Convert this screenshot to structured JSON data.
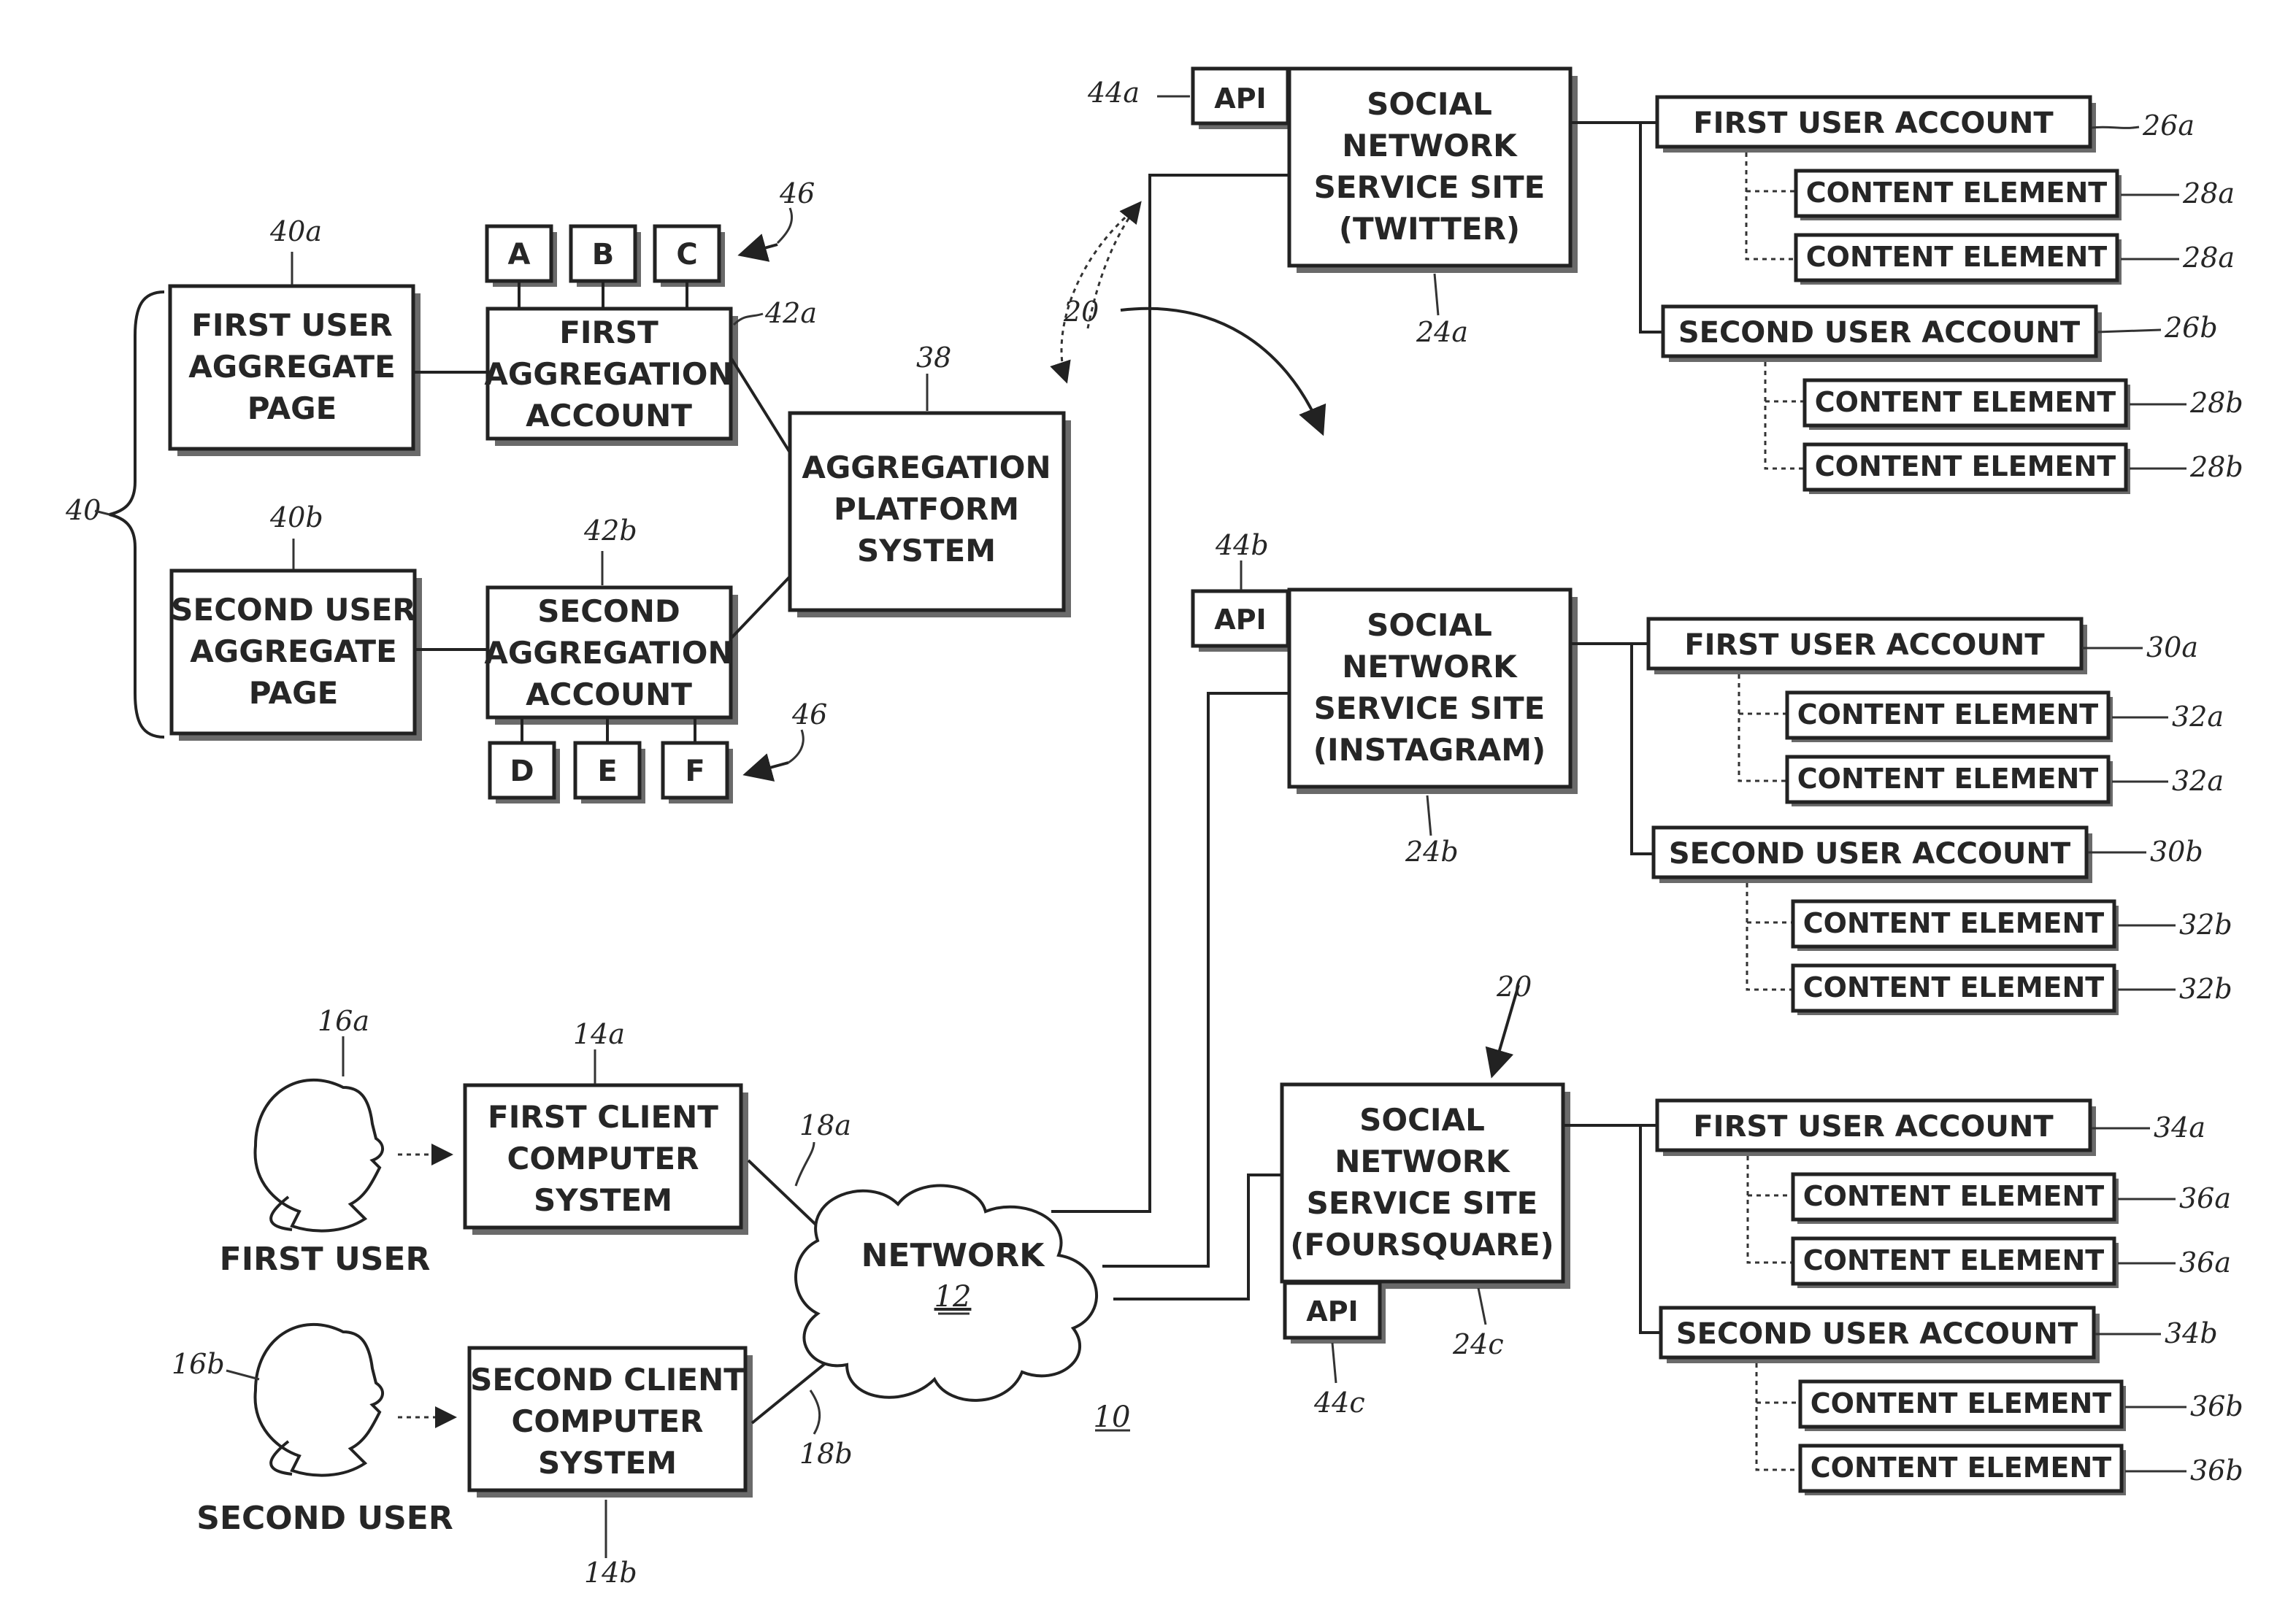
{
  "figure_ref": "10",
  "users": {
    "first": {
      "label": "FIRST USER",
      "ref": "16a"
    },
    "second": {
      "label": "SECOND USER",
      "ref": "16b"
    }
  },
  "clients": {
    "first": {
      "lines": [
        "FIRST CLIENT",
        "COMPUTER",
        "SYSTEM"
      ],
      "ref": "14a",
      "link_ref": "18a"
    },
    "second": {
      "lines": [
        "SECOND CLIENT",
        "COMPUTER",
        "SYSTEM"
      ],
      "ref": "14b",
      "link_ref": "18b"
    }
  },
  "network": {
    "label": "NETWORK",
    "number": "12"
  },
  "aggregate_pages": {
    "group_ref": "40",
    "first": {
      "lines": [
        "FIRST USER",
        "AGGREGATE",
        "PAGE"
      ],
      "ref": "40a"
    },
    "second": {
      "lines": [
        "SECOND USER",
        "AGGREGATE",
        "PAGE"
      ],
      "ref": "40b"
    }
  },
  "aggregation_accounts": {
    "first": {
      "lines": [
        "FIRST",
        "AGGREGATION",
        "ACCOUNT"
      ],
      "ref": "42a"
    },
    "second": {
      "lines": [
        "SECOND",
        "AGGREGATION",
        "ACCOUNT"
      ],
      "ref": "42b"
    }
  },
  "aggregation_tags": {
    "first": [
      "A",
      "B",
      "C"
    ],
    "second": [
      "D",
      "E",
      "F"
    ],
    "ref": "46"
  },
  "aggregation_platform": {
    "lines": [
      "AGGREGATION",
      "PLATFORM",
      "SYSTEM"
    ],
    "ref": "38"
  },
  "arrow_refs": {
    "upper": "20",
    "lower": "20"
  },
  "sites": [
    {
      "lines": [
        "SOCIAL",
        "NETWORK",
        "SERVICE SITE",
        "(TWITTER)"
      ],
      "ref": "24a",
      "api": "API",
      "api_ref": "44a",
      "accounts": [
        {
          "label": "FIRST USER ACCOUNT",
          "ref": "26a",
          "content": [
            "CONTENT ELEMENT",
            "CONTENT ELEMENT"
          ],
          "content_ref": "28a"
        },
        {
          "label": "SECOND USER ACCOUNT",
          "ref": "26b",
          "content": [
            "CONTENT ELEMENT",
            "CONTENT ELEMENT"
          ],
          "content_ref": "28b"
        }
      ]
    },
    {
      "lines": [
        "SOCIAL",
        "NETWORK",
        "SERVICE SITE",
        "(INSTAGRAM)"
      ],
      "ref": "24b",
      "api": "API",
      "api_ref": "44b",
      "accounts": [
        {
          "label": "FIRST USER ACCOUNT",
          "ref": "30a",
          "content": [
            "CONTENT ELEMENT",
            "CONTENT ELEMENT"
          ],
          "content_ref": "32a"
        },
        {
          "label": "SECOND USER ACCOUNT",
          "ref": "30b",
          "content": [
            "CONTENT ELEMENT",
            "CONTENT ELEMENT"
          ],
          "content_ref": "32b"
        }
      ]
    },
    {
      "lines": [
        "SOCIAL",
        "NETWORK",
        "SERVICE SITE",
        "(FOURSQUARE)"
      ],
      "ref": "24c",
      "api": "API",
      "api_ref": "44c",
      "accounts": [
        {
          "label": "FIRST USER ACCOUNT",
          "ref": "34a",
          "content": [
            "CONTENT ELEMENT",
            "CONTENT ELEMENT"
          ],
          "content_ref": "36a"
        },
        {
          "label": "SECOND USER ACCOUNT",
          "ref": "34b",
          "content": [
            "CONTENT ELEMENT",
            "CONTENT ELEMENT"
          ],
          "content_ref": "36b"
        }
      ]
    }
  ]
}
